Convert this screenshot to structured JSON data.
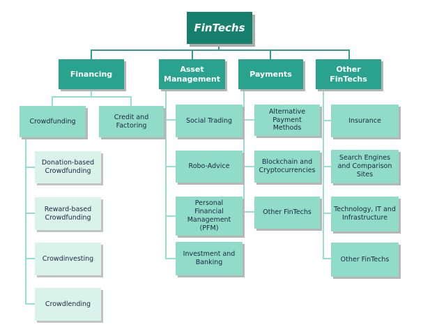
{
  "root": {
    "label": "FinTechs"
  },
  "branches": [
    {
      "label": "Financing",
      "children": [
        {
          "label": "Crowdfunding",
          "children": [
            {
              "label": "Donation-based Crowdfunding"
            },
            {
              "label": "Reward-based Crowdfunding"
            },
            {
              "label": "Crowdinvesting"
            },
            {
              "label": "Crowdlending"
            }
          ]
        },
        {
          "label": "Credit and Factoring"
        }
      ]
    },
    {
      "label": "Asset Management",
      "children": [
        {
          "label": "Social Trading"
        },
        {
          "label": "Robo-Advice"
        },
        {
          "label": "Personal Financial Management (PFM)"
        },
        {
          "label": "Investment and Banking"
        }
      ]
    },
    {
      "label": "Payments",
      "children": [
        {
          "label": "Alternative Payment Methods"
        },
        {
          "label": "Blockchain and Cryptocurrencies"
        },
        {
          "label": "Other FinTechs"
        }
      ]
    },
    {
      "label": "Other FinTechs",
      "children": [
        {
          "label": "Insurance"
        },
        {
          "label": "Search Engines and Comparison Sites"
        },
        {
          "label": "Technology, IT and Infrastructure"
        },
        {
          "label": "Other FinTechs"
        }
      ]
    }
  ],
  "palette": {
    "root_fill": "#17806C",
    "branch_fill": "#2AA38E",
    "child_fill": "#90DCC8",
    "subchild_fill": "#D9F2EA",
    "connector_dark": "#2F9E8C",
    "connector_light": "#94E0CD",
    "text_on_dark": "#FFFFFF",
    "text_on_light": "#1A2740",
    "shadow": "#B3B3B3",
    "background": "#FFFFFF"
  }
}
